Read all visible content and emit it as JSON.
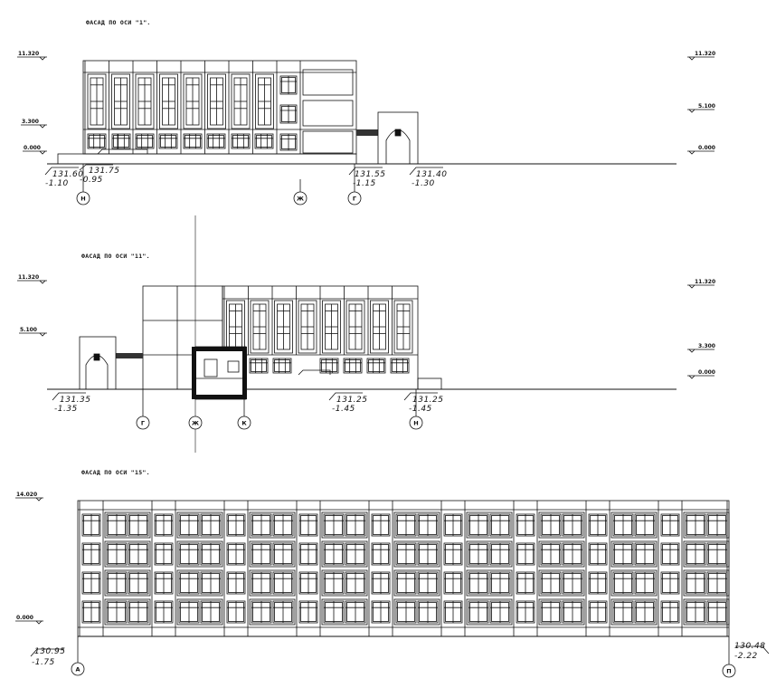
{
  "drawing": {
    "elevations": [
      {
        "title": "ФАСАД ПО ОСИ \"1\".",
        "levels_left": [
          "11.320",
          "3.300",
          "0.000"
        ],
        "levels_right": [
          "11.320",
          "5.100",
          "0.000"
        ],
        "marks": [
          {
            "top": "131.60",
            "bottom": "-1.10"
          },
          {
            "top": "131.75",
            "bottom": "-0.95"
          },
          {
            "top": "131.55",
            "bottom": "-1.15"
          },
          {
            "top": "131.40",
            "bottom": "-1.30"
          }
        ],
        "axes": [
          "Н",
          "Ж",
          "Г"
        ]
      },
      {
        "title": "ФАСАД ПО ОСИ \"11\".",
        "levels_left": [
          "11.320",
          "5.100"
        ],
        "levels_right": [
          "11.320",
          "3.300",
          "0.000"
        ],
        "marks": [
          {
            "top": "131.35",
            "bottom": "-1.35"
          },
          {
            "top": "131.25",
            "bottom": "-1.45"
          },
          {
            "top": "131.25",
            "bottom": "-1.45"
          }
        ],
        "axes": [
          "Г",
          "Ж",
          "К",
          "Н"
        ]
      },
      {
        "title": "ФАСАД ПО ОСИ \"15\".",
        "levels_left": [
          "14.020",
          "0.000"
        ],
        "marks": [
          {
            "top": "130.95",
            "bottom": "-1.75"
          },
          {
            "top": "130.48",
            "bottom": "-2.22"
          }
        ],
        "axes": [
          "А",
          "П"
        ]
      }
    ]
  }
}
